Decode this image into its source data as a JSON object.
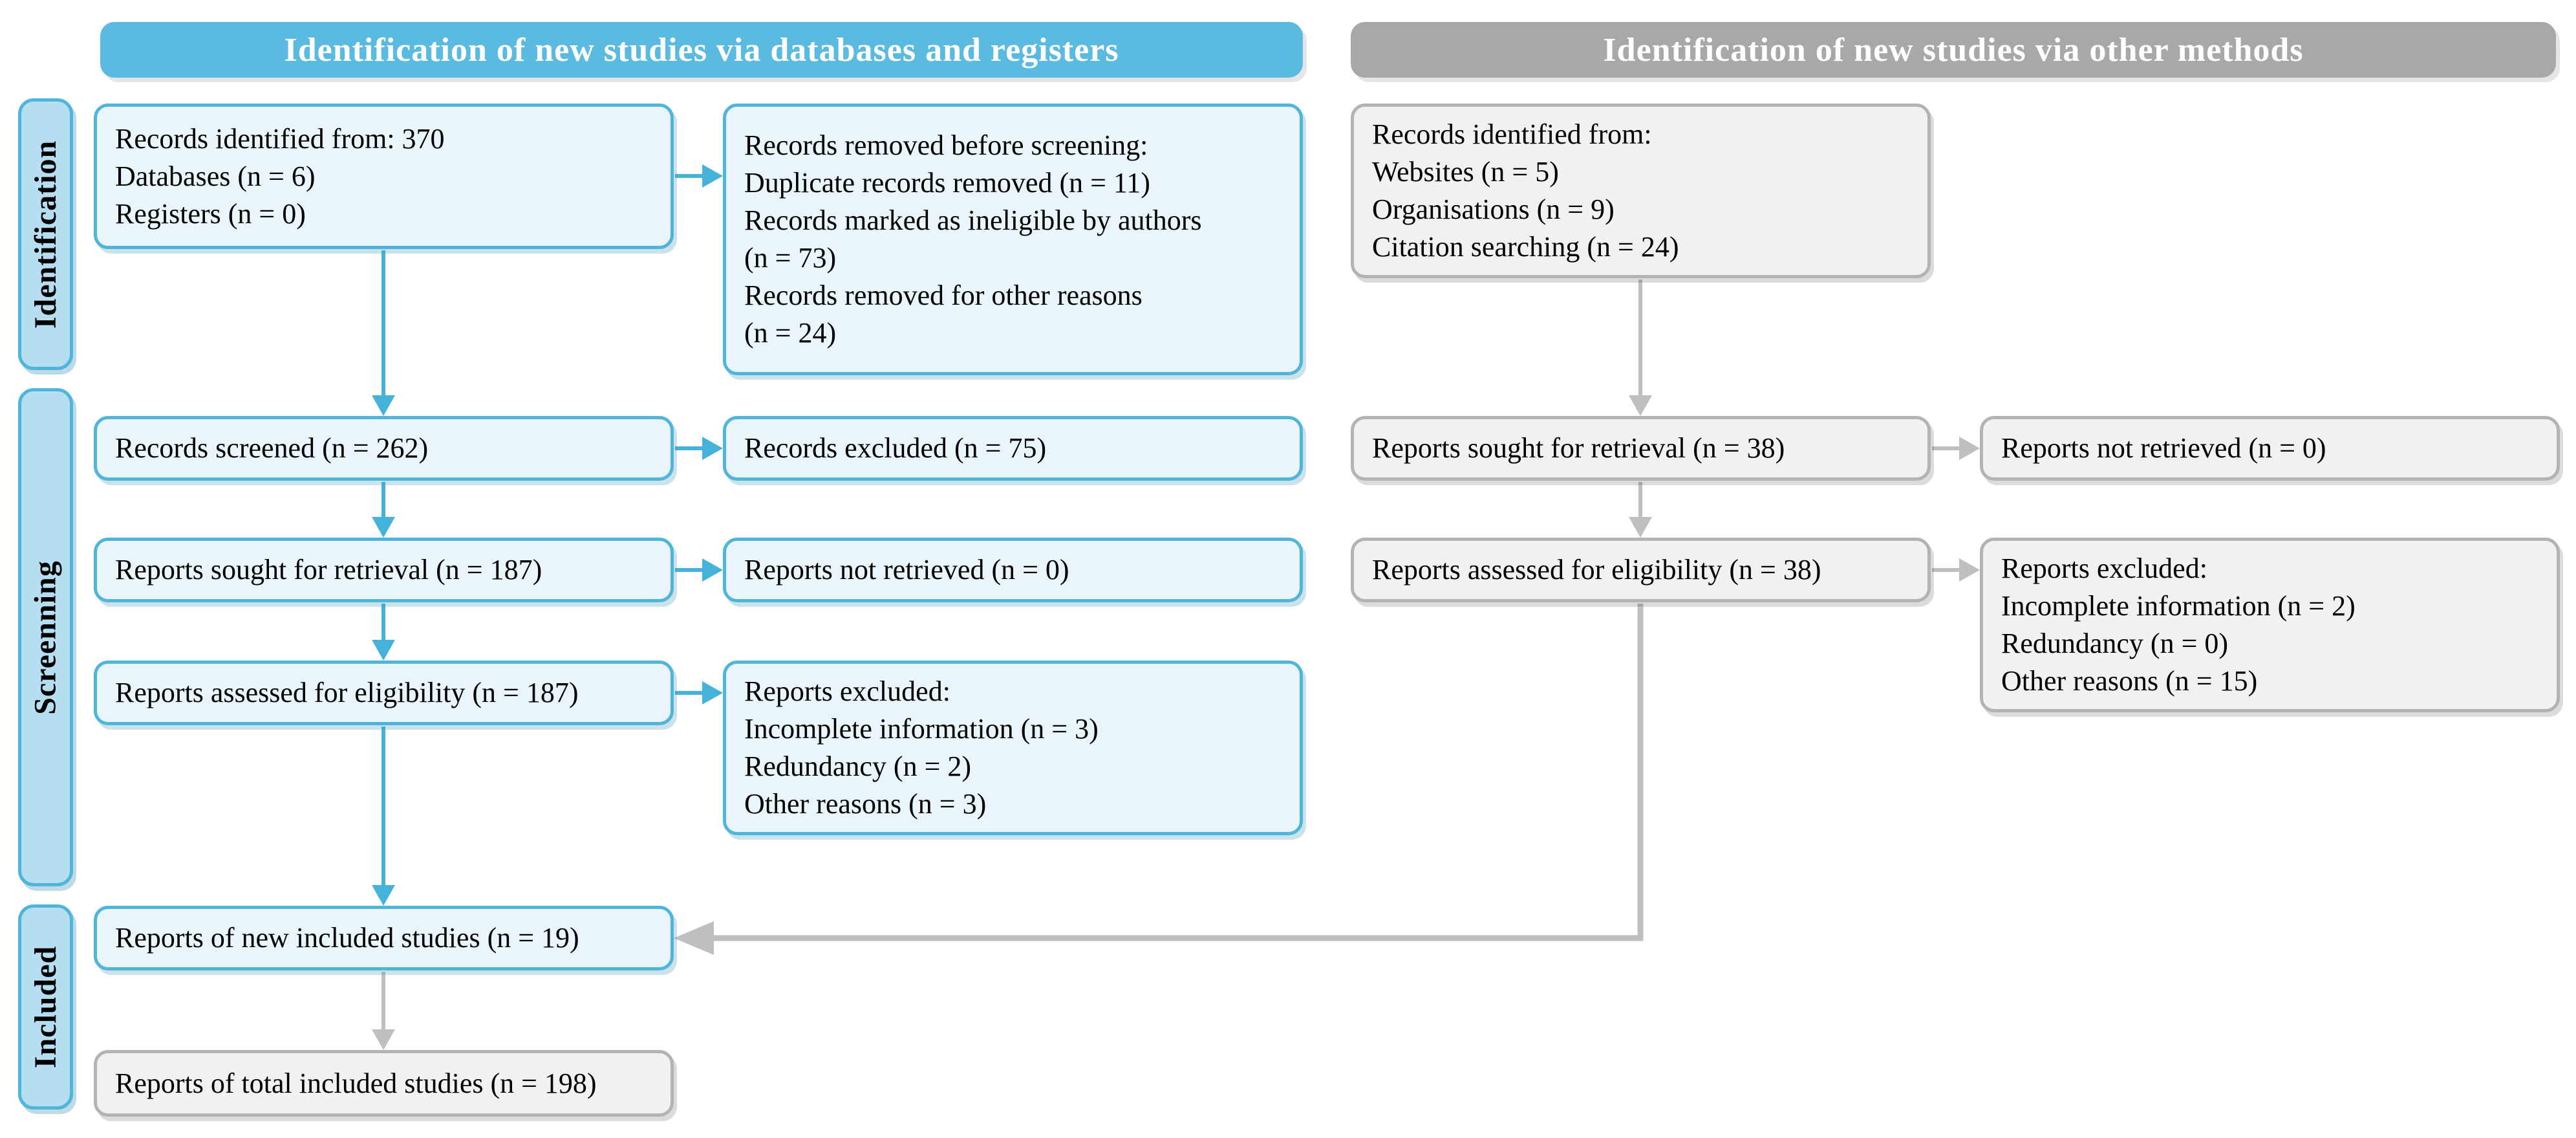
{
  "colors": {
    "hdr-blue": "#5ABADF",
    "hdr-gray": "#A8A8A8",
    "blue-border": "#4FB5DA",
    "blue-fill": "#EAF5FB",
    "side-fill": "#B5DEF0",
    "gray-border": "#B3B3B3",
    "gray-fill": "#F1F1F1",
    "arrow-blue": "#45B3D9",
    "arrow-gray": "#BFBFBF",
    "ink": "#000000"
  },
  "headers": {
    "databases": "Identification of new studies via databases and registers",
    "other_methods": "Identification of new studies via other methods"
  },
  "sidebar": {
    "identification": "Identification",
    "screening": "Screenning",
    "included": "Included"
  },
  "boxes": {
    "records_identified_db": {
      "lines": [
        "Records identified from: 370",
        "Databases (n = 6)",
        "Registers (n = 0)"
      ]
    },
    "records_removed_before_screening": {
      "lines": [
        "Records removed before screening:",
        "Duplicate records removed (n = 11)",
        "Records marked as ineligible by authors",
        "(n = 73)",
        "Records removed for other reasons",
        "(n = 24)"
      ]
    },
    "records_identified_other": {
      "lines": [
        "Records identified from:",
        "Websites (n = 5)",
        "Organisations (n = 9)",
        "Citation searching (n = 24)"
      ]
    },
    "records_screened": {
      "lines": [
        "Records screened (n = 262)"
      ]
    },
    "records_excluded": {
      "lines": [
        "Records excluded (n = 75)"
      ]
    },
    "reports_sought_other": {
      "lines": [
        "Reports sought for retrieval (n = 38)"
      ]
    },
    "reports_not_retrieved_other": {
      "lines": [
        "Reports not retrieved (n = 0)"
      ]
    },
    "reports_sought_db": {
      "lines": [
        "Reports sought for retrieval (n = 187)"
      ]
    },
    "reports_not_retrieved_db": {
      "lines": [
        "Reports not retrieved (n = 0)"
      ]
    },
    "reports_assessed_other": {
      "lines": [
        "Reports assessed for eligibility (n = 38)"
      ]
    },
    "reports_excluded_other": {
      "lines": [
        "Reports excluded:",
        "Incomplete information (n = 2)",
        "Redundancy (n = 0)",
        "Other reasons (n = 15)"
      ]
    },
    "reports_assessed_db": {
      "lines": [
        "Reports assessed for eligibility (n = 187)"
      ]
    },
    "reports_excluded_db": {
      "lines": [
        "Reports excluded:",
        "Incomplete information (n = 3)",
        "Redundancy (n = 2)",
        "Other reasons (n = 3)"
      ]
    },
    "new_included_studies": {
      "lines": [
        "Reports of new included studies (n = 19)"
      ]
    },
    "total_included_studies": {
      "lines": [
        "Reports of total included studies (n = 198)"
      ]
    }
  }
}
